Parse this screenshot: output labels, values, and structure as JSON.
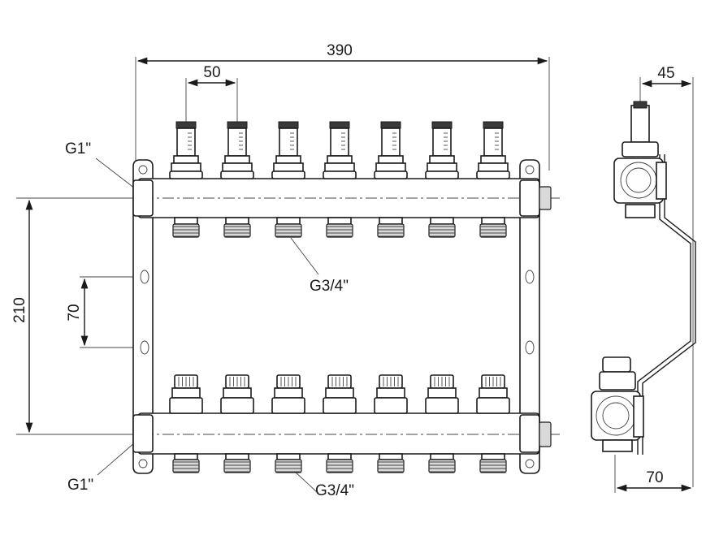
{
  "dimensions": {
    "overall_width": "390",
    "outlet_spacing": "50",
    "side_depth_top": "45",
    "side_depth_bottom": "70",
    "bar_spacing": "210",
    "bracket_hole_spacing": "70"
  },
  "labels": {
    "inlet_top": "G1\"",
    "inlet_bottom": "G1\"",
    "outlet_top": "G3/4\"",
    "outlet_bottom": "G3/4\""
  },
  "circuits": 7,
  "colors": {
    "line": "#1a1a1a",
    "fill": "#ffffff",
    "shade": "#d9d9d9"
  }
}
